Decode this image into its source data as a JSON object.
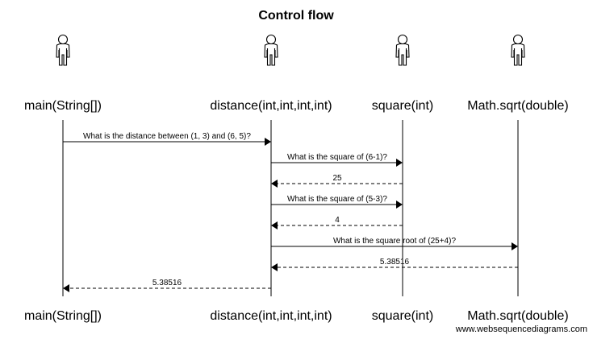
{
  "title": "Control flow",
  "participants": [
    {
      "id": "main",
      "name": "main(String[])"
    },
    {
      "id": "distance",
      "name": "distance(int,int,int,int)"
    },
    {
      "id": "square",
      "name": "square(int)"
    },
    {
      "id": "sqrt",
      "name": "Math.sqrt(double)"
    }
  ],
  "messages": [
    {
      "from": "main",
      "to": "distance",
      "label": "What is the distance between (1, 3) and (6, 5)?",
      "kind": "call"
    },
    {
      "from": "distance",
      "to": "square",
      "label": "What is the square of (6-1)?",
      "kind": "call"
    },
    {
      "from": "square",
      "to": "distance",
      "label": "25",
      "kind": "return"
    },
    {
      "from": "distance",
      "to": "square",
      "label": "What is the square of (5-3)?",
      "kind": "call"
    },
    {
      "from": "square",
      "to": "distance",
      "label": "4",
      "kind": "return"
    },
    {
      "from": "distance",
      "to": "sqrt",
      "label": "What is the square root of (25+4)?",
      "kind": "call"
    },
    {
      "from": "sqrt",
      "to": "distance",
      "label": "5.38516",
      "kind": "return"
    },
    {
      "from": "distance",
      "to": "main",
      "label": "5.38516",
      "kind": "return"
    }
  ],
  "footer": "www.websequencediagrams.com"
}
